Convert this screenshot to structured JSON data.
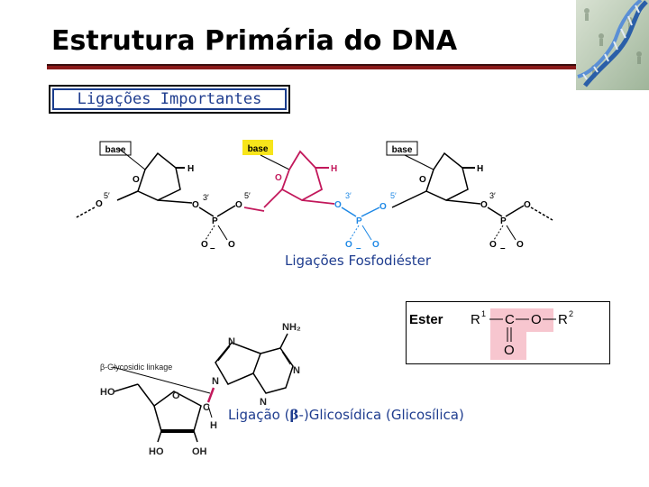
{
  "slide": {
    "title": "Estrutura Primária do DNA",
    "section_label": "Ligações Importantes",
    "caption_phosphodiester": "Ligações Fosfodiéster",
    "caption_glycosidic_pre": "Ligação (",
    "caption_glycosidic_beta": "β",
    "caption_glycosidic_post": "-)Glicosídica (Glicosílica)"
  },
  "dna_backbone": {
    "base_label": "base",
    "h_label": "H",
    "o_label": "O",
    "p_label": "P",
    "minus_label": "–",
    "prime5": "5′",
    "prime3": "3′"
  },
  "nucleoside": {
    "nh2": "NH₂",
    "n": "N",
    "ho": "HO",
    "o": "O",
    "c": "C",
    "h": "H",
    "oh": "OH",
    "linkage_label": "β-Glycosidic linkage"
  },
  "ester": {
    "label": "Ester",
    "r1": "R",
    "r1_sup": "1",
    "c": "C",
    "o": "O",
    "r2": "R",
    "r2_sup": "2"
  },
  "colors": {
    "title_rule": "#8b1a1a",
    "label_text": "#1f3d8f",
    "highlight_base": "#f7e51b",
    "backbone_red": "#c2185b",
    "phosphate_blue": "#1e88e5",
    "ester_highlight": "#f7c6cf"
  }
}
